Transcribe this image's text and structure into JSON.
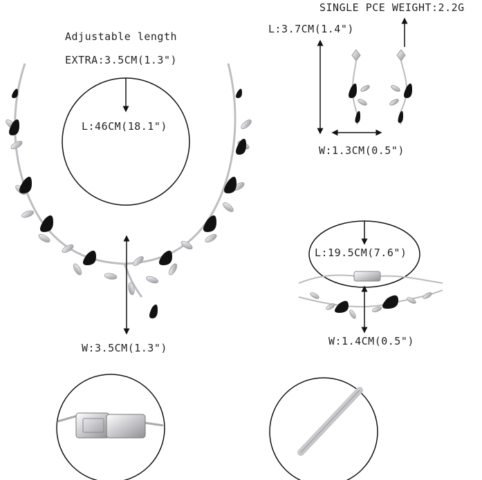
{
  "necklace": {
    "adjustable_title": "Adjustable length",
    "extra_label": "EXTRA:3.5CM(1.3\")",
    "length_label": "L:46CM(18.1\")",
    "width_label": "W:3.5CM(1.3\")"
  },
  "earrings": {
    "weight_label": "SINGLE PCE WEIGHT:2.2G",
    "length_label": "L:3.7CM(1.4\")",
    "width_label": "W:1.3CM(0.5\")"
  },
  "bracelet": {
    "length_label": "L:19.5CM(7.6\")",
    "width_label": "W:1.4CM(0.5\")"
  },
  "details": [
    {
      "subject": "clasp-closeup"
    },
    {
      "subject": "pin-closeup"
    }
  ],
  "colors": {
    "metal": "#c8c8cc",
    "stone": "#111111",
    "line": "#111111"
  }
}
